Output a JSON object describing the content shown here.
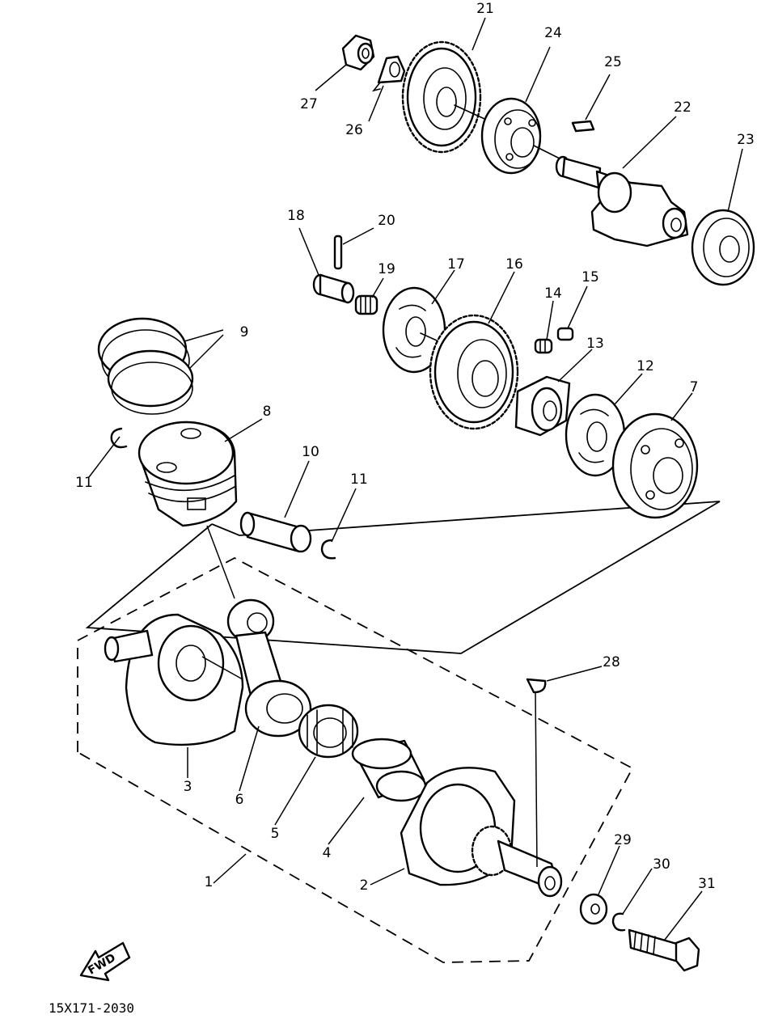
{
  "diagram_code": "15X171-2030",
  "fwd_label": "FWD",
  "parts": {
    "crankshaft_assy": "1",
    "crank_1": "2",
    "crank_2": "3",
    "crank_pin": "4",
    "bearing_needle": "5",
    "connecting_rod": "6",
    "bearing_7": "7",
    "piston": "8",
    "piston_ring_set": "9",
    "piston_pin": "10",
    "piston_pin_clip_left": "11",
    "piston_pin_clip_right": "11",
    "plate_12": "12",
    "buffer_boss": "13",
    "spring_14": "14",
    "pin_15": "15",
    "balancer_drive_gear": "16",
    "plate_17": "17",
    "pin_18": "18",
    "spring_19": "19",
    "pin_20": "20",
    "balancer_driven_gear": "21",
    "balancer_weight_shaft": "22",
    "bearing_23": "23",
    "bearing_24": "24",
    "key_25": "25",
    "lock_washer": "26",
    "nut_27": "27",
    "woodruff_key": "28",
    "washer_29": "29",
    "lock_washer_30": "30",
    "bolt_31": "31"
  }
}
